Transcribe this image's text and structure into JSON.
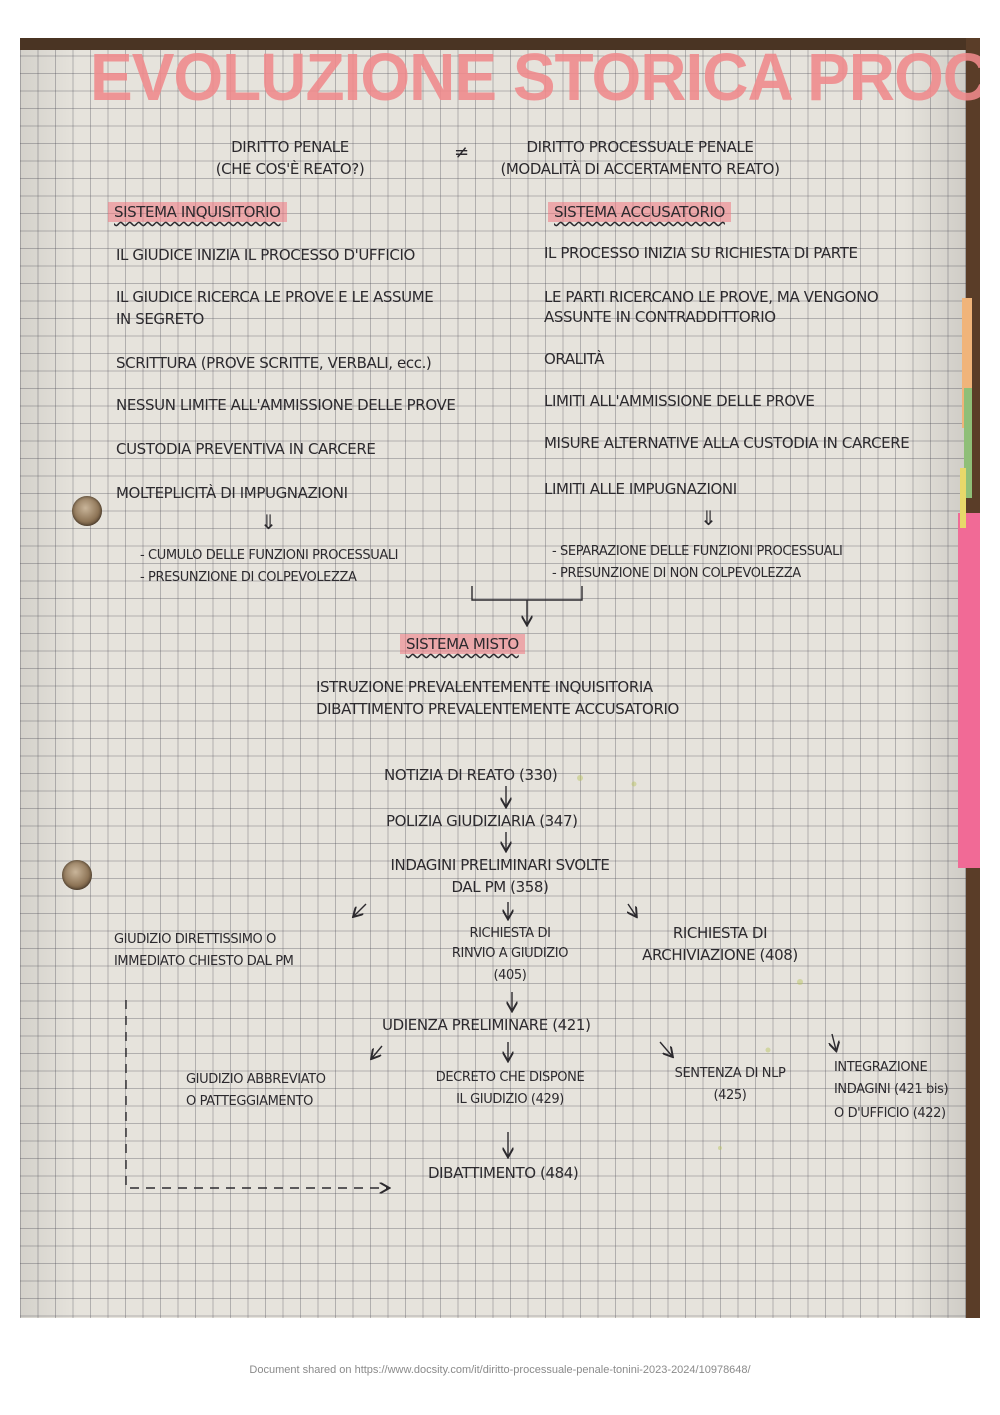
{
  "title": "EVOLUZIONE STORICA PROC. PEN.",
  "top": {
    "left": [
      "DIRITTO PENALE",
      "(CHE COS'È REATO?)"
    ],
    "neq": "≠",
    "right": [
      "DIRITTO PROCESSUALE PENALE",
      "(MODALITÀ DI ACCERTAMENTO REATO)"
    ]
  },
  "inquisitorio": {
    "heading": "SISTEMA INQUISITORIO",
    "items": [
      "IL GIUDICE INIZIA IL PROCESSO D'UFFICIO",
      "IL GIUDICE RICERCA LE PROVE E LE ASSUME",
      "IN SEGRETO",
      "SCRITTURA (PROVE SCRITTE, VERBALI, ecc.)",
      "NESSUN LIMITE ALL'AMMISSIONE DELLE PROVE",
      "CUSTODIA PREVENTIVA IN CARCERE",
      "MOLTEPLICITÀ DI IMPUGNAZIONI"
    ],
    "arrow": "⇓",
    "results": [
      "- CUMULO DELLE FUNZIONI PROCESSUALI",
      "- PRESUNZIONE DI COLPEVOLEZZA"
    ]
  },
  "accusatorio": {
    "heading": "SISTEMA ACCUSATORIO",
    "items": [
      "IL PROCESSO INIZIA SU RICHIESTA DI PARTE",
      "LE PARTI RICERCANO LE PROVE, MA VENGONO",
      "ASSUNTE IN CONTRADDITTORIO",
      "ORALITÀ",
      "LIMITI ALL'AMMISSIONE DELLE PROVE",
      "MISURE ALTERNATIVE ALLA CUSTODIA IN CARCERE",
      "LIMITI ALLE IMPUGNAZIONI"
    ],
    "arrow": "⇓",
    "results": [
      "- SEPARAZIONE DELLE FUNZIONI PROCESSUALI",
      "- PRESUNZIONE DI NON COLPEVOLEZZA"
    ]
  },
  "misto": {
    "heading": "SISTEMA MISTO",
    "lines": [
      "ISTRUZIONE PREVALENTEMENTE INQUISITORIA",
      "DIBATTIMENTO PREVALENTEMENTE ACCUSATORIO"
    ]
  },
  "flow": {
    "notizia": "NOTIZIA DI REATO (330)",
    "polizia": "POLIZIA GIUDIZIARIA (347)",
    "indagini": [
      "INDAGINI PRELIMINARI SVOLTE",
      "DAL PM (358)"
    ],
    "giudizio_direttissimo": [
      "GIUDIZIO DIRETTISSIMO O",
      "IMMEDIATO CHIESTO DAL PM"
    ],
    "rinvio": [
      "RICHIESTA DI",
      "RINVIO A GIUDIZIO",
      "(405)"
    ],
    "archiviazione": [
      "RICHIESTA DI",
      "ARCHIVIAZIONE (408)"
    ],
    "udienza": "UDIENZA PRELIMINARE (421)",
    "abbreviato": [
      "GIUDIZIO ABBREVIATO",
      "O PATTEGGIAMENTO"
    ],
    "decreto": [
      "DECRETO CHE DISPONE",
      "IL GIUDIZIO (429)"
    ],
    "sentenza": [
      "SENTENZA DI NLP",
      "(425)"
    ],
    "integrazione": [
      "INTEGRAZIONE",
      "INDAGINI (421 bis)",
      "O D'UFFICIO (422)"
    ],
    "dibattimento": "DIBATTIMENTO (484)"
  },
  "footer": "Document shared on https://www.docsity.com/it/diritto-processuale-penale-tonini-2023-2024/10978648/",
  "colors": {
    "highlight": "#f0787f",
    "ink": "#2c2a2e",
    "paper": "#e6e3dc"
  }
}
